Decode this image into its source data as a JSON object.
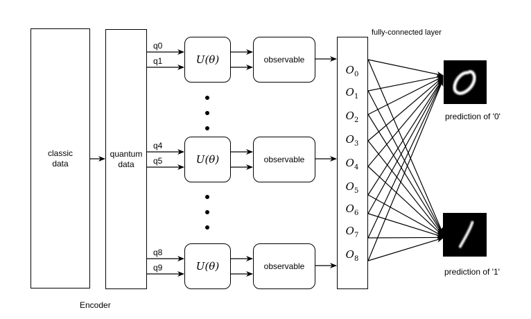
{
  "encoder": {
    "classic_data": "classic\ndata",
    "classic_line1": "classic",
    "classic_line2": "data",
    "quantum_line1": "quantum",
    "quantum_line2": "data",
    "label": "Encoder"
  },
  "groups": [
    {
      "qubits": [
        "q0",
        "q1"
      ],
      "unitary": "U(θ)",
      "observable": "observable"
    },
    {
      "qubits": [
        "q4",
        "q5"
      ],
      "unitary": "U(θ)",
      "observable": "observable"
    },
    {
      "qubits": [
        "q8",
        "q9"
      ],
      "unitary": "U(θ)",
      "observable": "observable"
    }
  ],
  "fc_layer": {
    "title": "fully-connected layer",
    "outputs": [
      {
        "base": "O",
        "sub": "0"
      },
      {
        "base": "O",
        "sub": "1"
      },
      {
        "base": "O",
        "sub": "2"
      },
      {
        "base": "O",
        "sub": "3"
      },
      {
        "base": "O",
        "sub": "4"
      },
      {
        "base": "O",
        "sub": "5"
      },
      {
        "base": "O",
        "sub": "6"
      },
      {
        "base": "O",
        "sub": "7"
      },
      {
        "base": "O",
        "sub": "8"
      }
    ]
  },
  "predictions": [
    {
      "label": "prediction of '0'",
      "digit": "0"
    },
    {
      "label": "prediction of '1'",
      "digit": "1"
    }
  ]
}
